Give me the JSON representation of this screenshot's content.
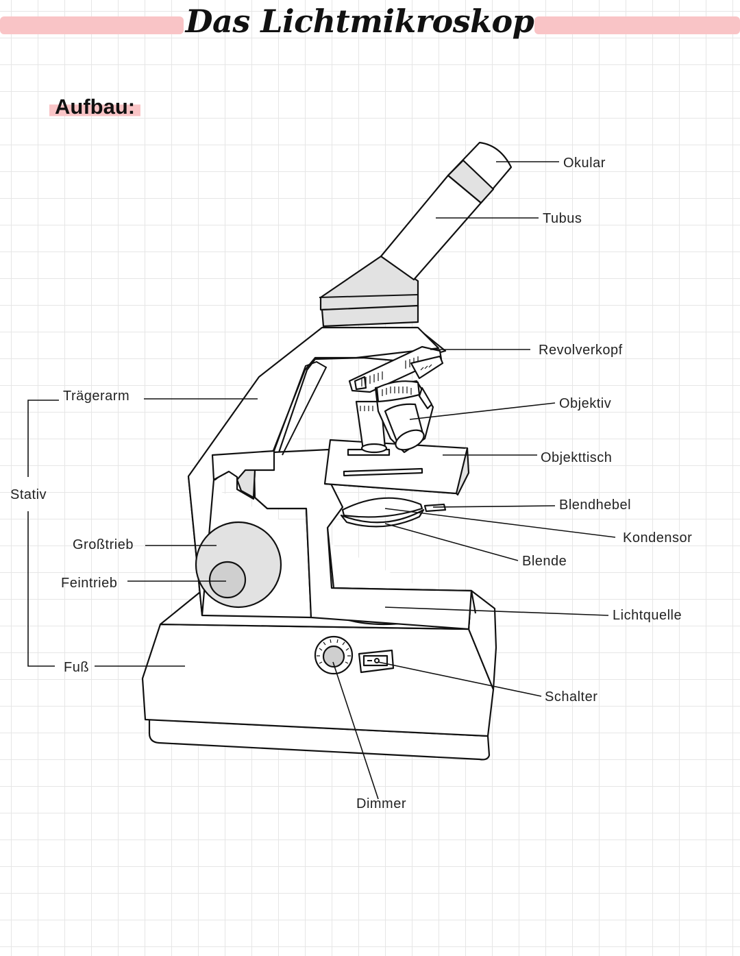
{
  "header": {
    "title": "Das Lichtmikroskop",
    "section": "Aufbau:",
    "accent_color": "#f9c4c6"
  },
  "labels": {
    "okular": "Okular",
    "tubus": "Tubus",
    "revolverkopf": "Revolverkopf",
    "objektiv": "Objektiv",
    "objekttisch": "Objekttisch",
    "blendhebel": "Blendhebel",
    "kondensor": "Kondensor",
    "blende": "Blende",
    "lichtquelle": "Lichtquelle",
    "schalter": "Schalter",
    "dimmer": "Dimmer",
    "traegerarm": "Trägerarm",
    "stativ": "Stativ",
    "grosstrieb": "Großtrieb",
    "feintrieb": "Feintrieb",
    "fuss": "Fuß"
  },
  "colors": {
    "light_fill": "#e2e2e2",
    "lamp": "#dce87a"
  }
}
